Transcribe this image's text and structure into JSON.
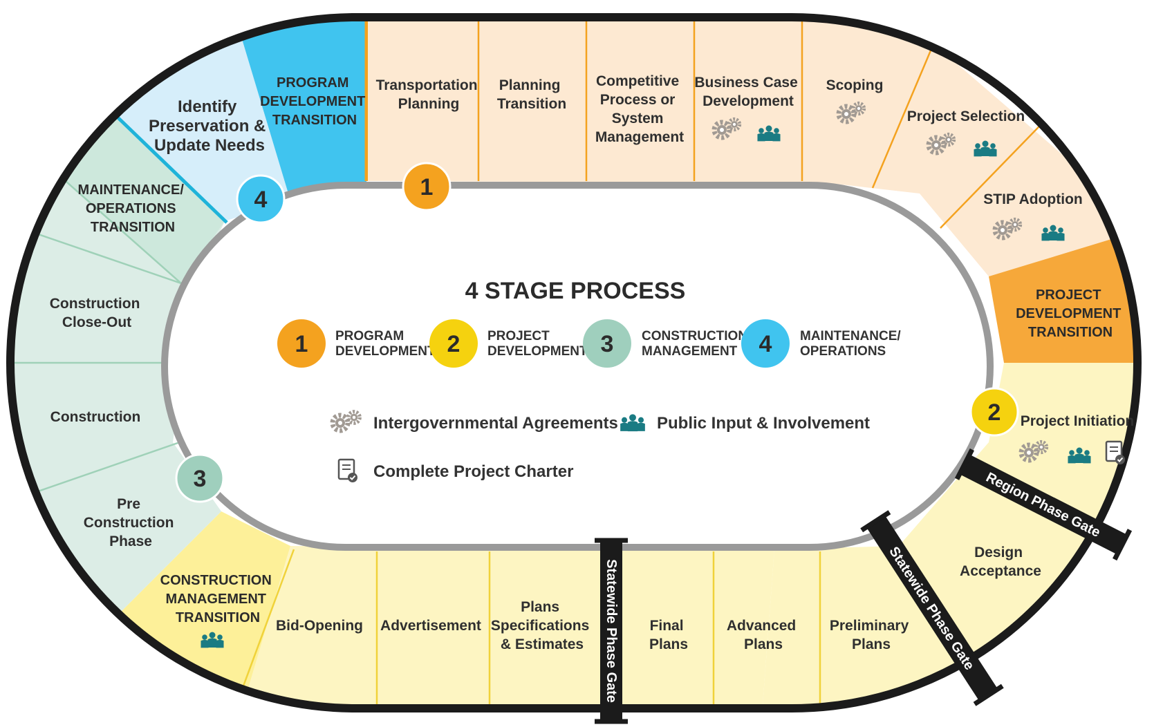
{
  "title": "4 STAGE PROCESS",
  "colors": {
    "stage1": "#f4a21f",
    "stage2": "#f5d20f",
    "stage3": "#9fcfbd",
    "stage4": "#40c4ef",
    "stage1_light": "#fde9d2",
    "stage2_light": "#fdf5c2",
    "stage3_light": "#d7ece3",
    "stage4_light": "#d6eefa",
    "outline": "#1b1b1b",
    "track": "#9a9a9a",
    "icon_people": "#1a7b83",
    "icon_gear": "#a19a93"
  },
  "legend": {
    "stages": [
      {
        "number": "1",
        "label": "PROGRAM DEVELOPMENT",
        "line1": "PROGRAM",
        "line2": "DEVELOPMENT"
      },
      {
        "number": "2",
        "label": "PROJECT DEVELOPMENT",
        "line1": "PROJECT",
        "line2": "DEVELOPMENT"
      },
      {
        "number": "3",
        "label": "CONSTRUCTION MANAGEMENT",
        "line1": "CONSTRUCTION",
        "line2": "MANAGEMENT"
      },
      {
        "number": "4",
        "label": "MAINTENANCE/ OPERATIONS",
        "line1": "MAINTENANCE/",
        "line2": "OPERATIONS"
      }
    ],
    "icons": [
      {
        "icon": "gears-icon",
        "label": "Intergovernmental Agreements"
      },
      {
        "icon": "people-icon",
        "label": "Public Input & Involvement"
      },
      {
        "icon": "charter-document-icon",
        "label": "Complete Project Charter"
      }
    ]
  },
  "markers": [
    {
      "number": "1",
      "stage": "stage1"
    },
    {
      "number": "2",
      "stage": "stage2"
    },
    {
      "number": "3",
      "stage": "stage3"
    },
    {
      "number": "4",
      "stage": "stage4"
    }
  ],
  "segments": {
    "program_development_transition": [
      "PROGRAM",
      "DEVELOPMENT",
      "TRANSITION"
    ],
    "transportation_planning": [
      "Transportation",
      "Planning"
    ],
    "planning_transition": [
      "Planning",
      "Transition"
    ],
    "competitive_process": [
      "Competitive",
      "Process or",
      "System",
      "Management"
    ],
    "business_case_development": [
      "Business Case",
      "Development"
    ],
    "scoping": [
      "Scoping"
    ],
    "project_selection": [
      "Project Selection"
    ],
    "stip_adoption": [
      "STIP Adoption"
    ],
    "project_development_transition": [
      "PROJECT",
      "DEVELOPMENT",
      "TRANSITION"
    ],
    "project_initiation": [
      "Project Initiation"
    ],
    "design_acceptance": [
      "Design",
      "Acceptance"
    ],
    "preliminary_plans": [
      "Preliminary",
      "Plans"
    ],
    "advanced_plans": [
      "Advanced",
      "Plans"
    ],
    "final_plans": [
      "Final",
      "Plans"
    ],
    "plans_specifications_estimates": [
      "Plans",
      "Specifications",
      "& Estimates"
    ],
    "advertisement": [
      "Advertisement"
    ],
    "bid_opening": [
      "Bid-Opening"
    ],
    "construction_management_transition": [
      "CONSTRUCTION",
      "MANAGEMENT",
      "TRANSITION"
    ],
    "pre_construction_phase": [
      "Pre",
      "Construction",
      "Phase"
    ],
    "construction": [
      "Construction"
    ],
    "construction_close_out": [
      "Construction",
      "Close-Out"
    ],
    "maintenance_operations_transition": [
      "MAINTENANCE/",
      "OPERATIONS",
      "TRANSITION"
    ],
    "identify_preservation": [
      "Identify",
      "Preservation &",
      "Update Needs"
    ]
  },
  "gates": {
    "statewide_bottom": "Statewide Phase Gate",
    "statewide_diagonal": "Statewide Phase Gate",
    "region": "Region Phase Gate"
  }
}
